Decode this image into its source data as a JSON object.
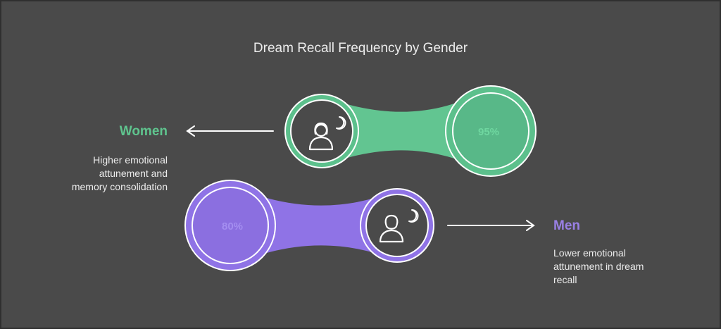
{
  "title": "Dream Recall Frequency by Gender",
  "colors": {
    "background": "#4a4a4a",
    "women": "#5fc48e",
    "men": "#9a80e6",
    "text": "#ececec"
  },
  "women": {
    "label": "Women",
    "value": 95,
    "value_text": "95%",
    "description": [
      "Higher emotional",
      "attunement and",
      "memory consolidation"
    ],
    "icon": "woman-dreaming-icon"
  },
  "men": {
    "label": "Men",
    "value": 80,
    "value_text": "80%",
    "description": [
      "Lower emotional",
      "attunement in dream",
      "recall"
    ],
    "icon": "man-dreaming-icon"
  }
}
